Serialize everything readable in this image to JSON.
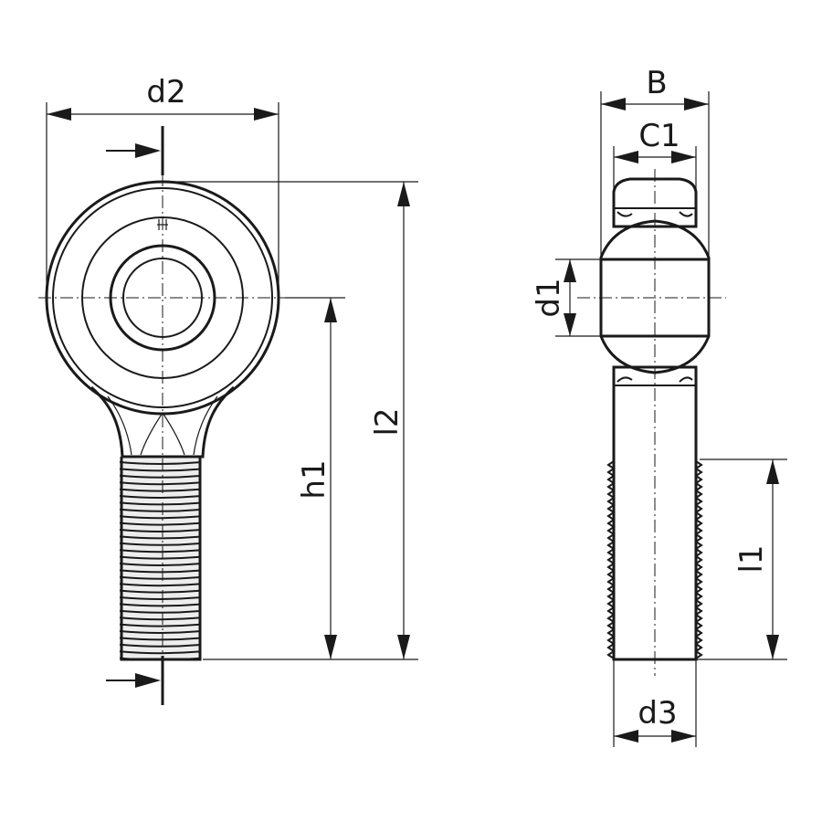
{
  "labels": {
    "d2": "d2",
    "l2": "l2",
    "h1": "h1",
    "B": "B",
    "C1": "C1",
    "d1": "d1",
    "l1": "l1",
    "d3": "d3"
  }
}
